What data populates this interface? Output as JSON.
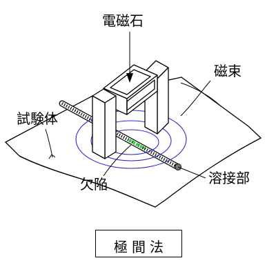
{
  "labels": {
    "magnet": "電磁石",
    "flux": "磁束",
    "specimen": "試験体",
    "defect": "欠陥",
    "weld": "溶接部"
  },
  "caption": "極間法",
  "colors": {
    "line": "#000000",
    "flux": "#2a2acc",
    "defect": "#33d633",
    "weld_dot": "#777777"
  }
}
